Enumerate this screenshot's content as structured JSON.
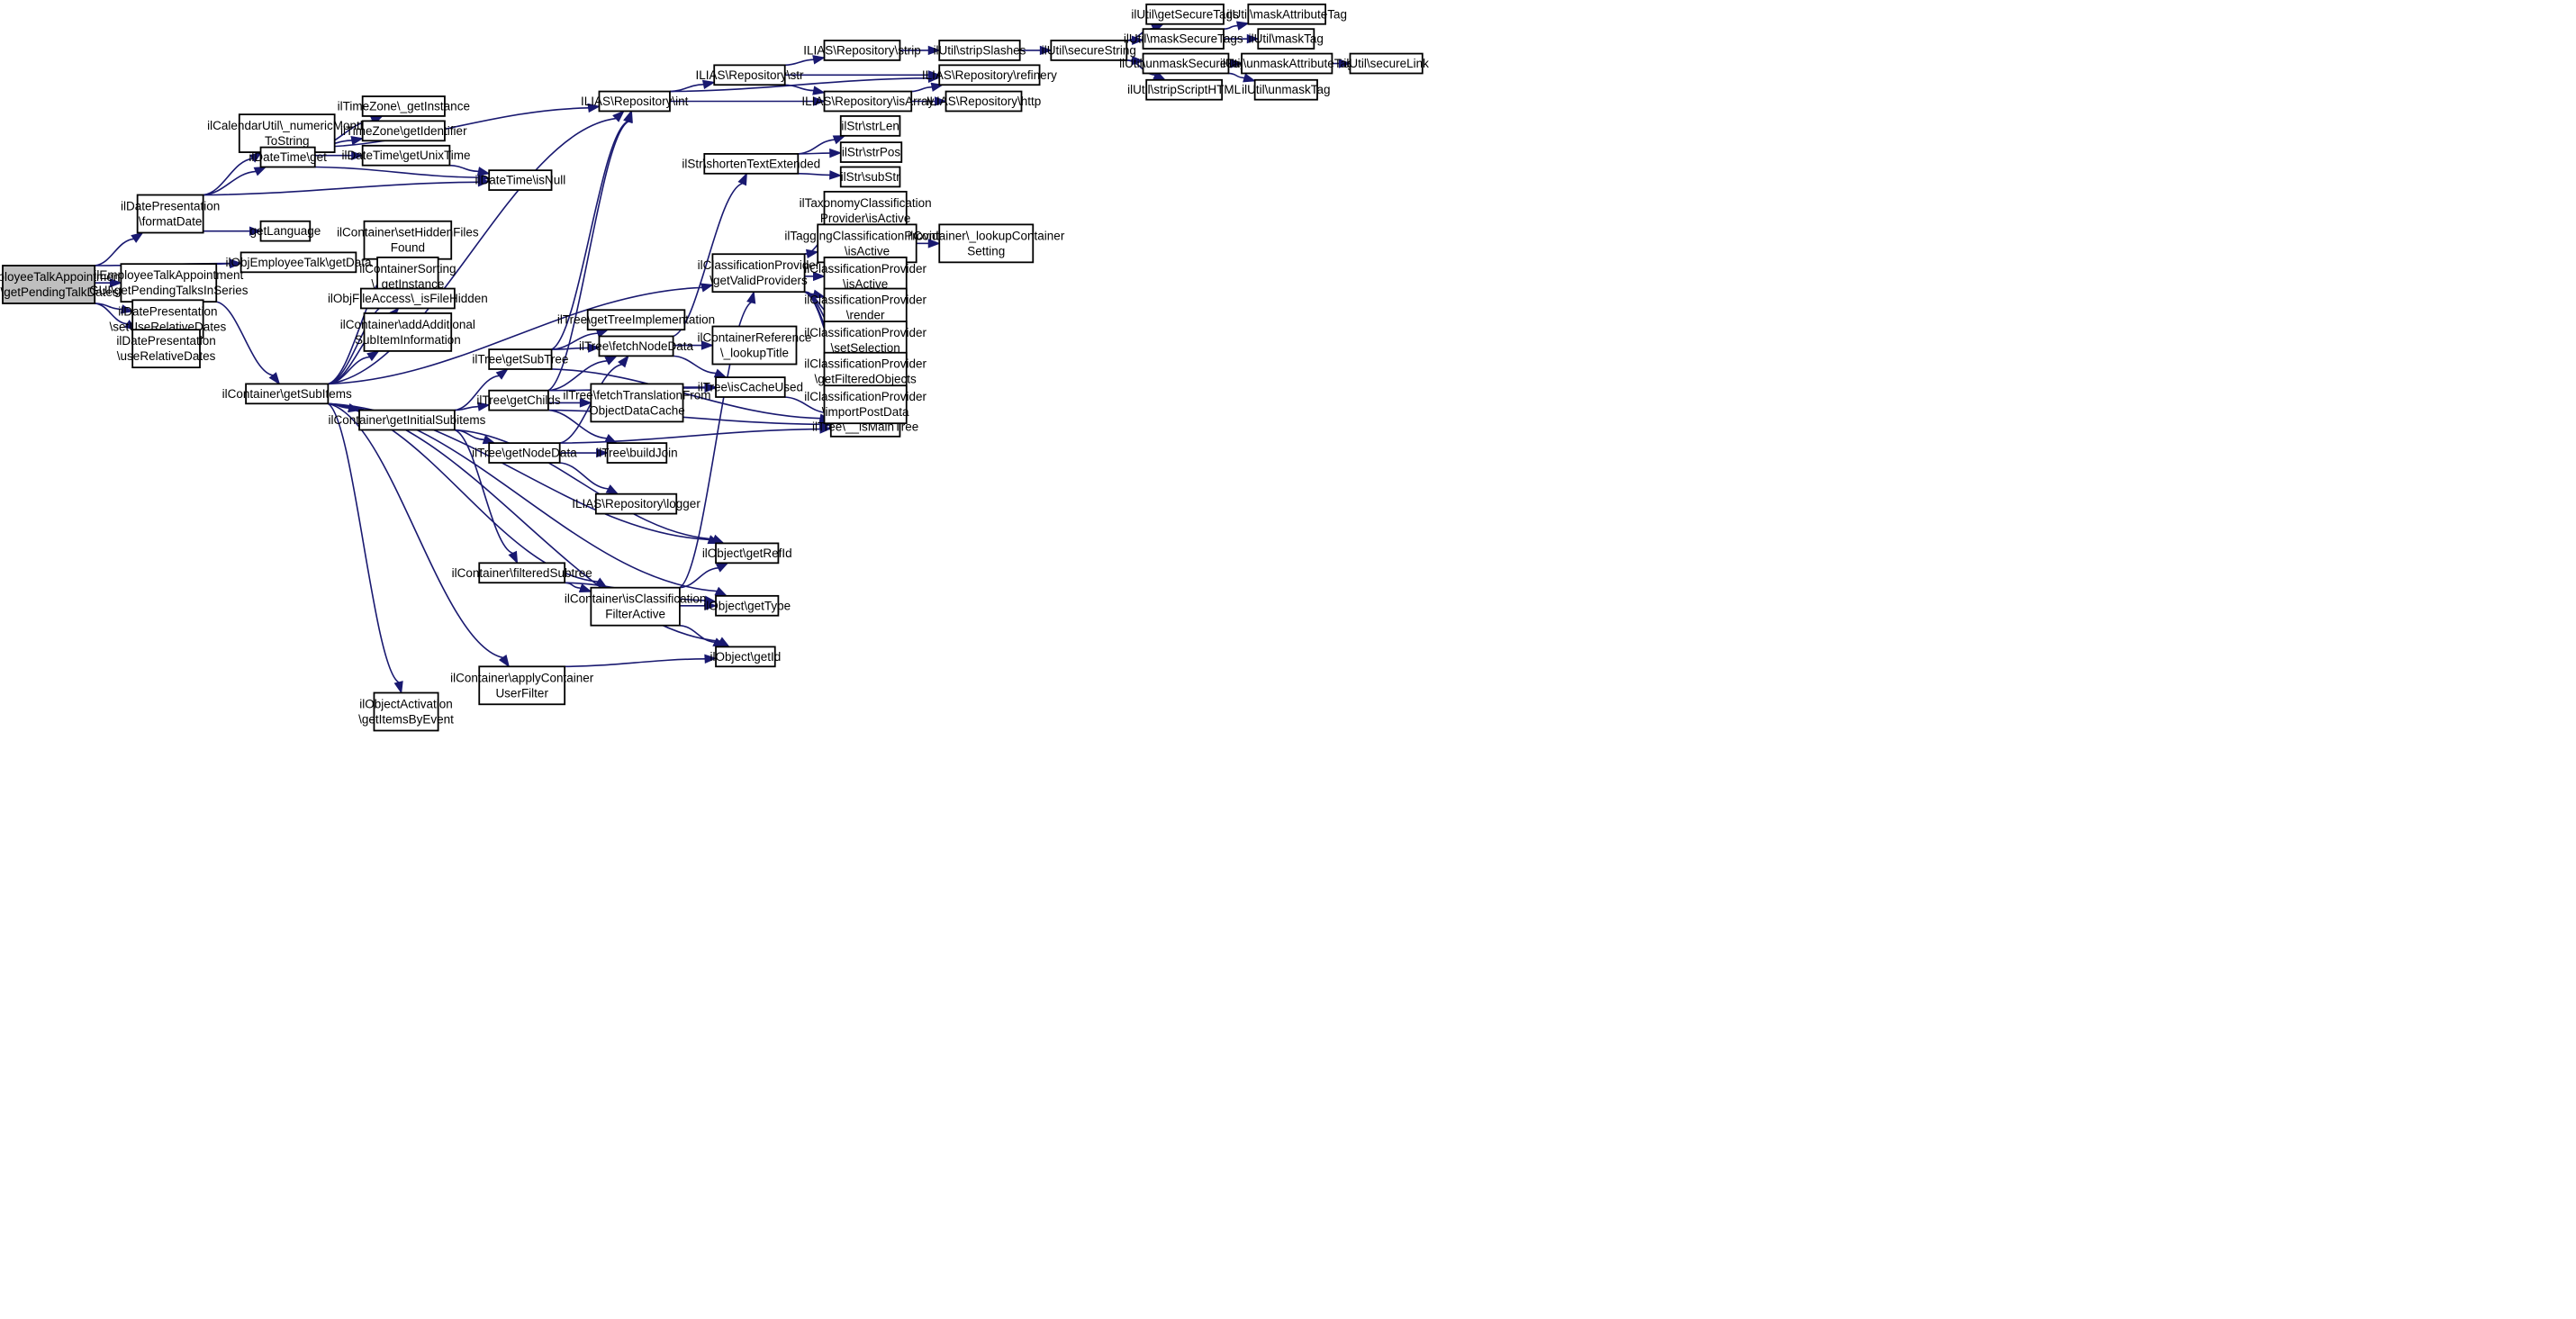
{
  "diagram": {
    "type": "call-graph",
    "colors": {
      "edge": "#191970",
      "node_border": "#000000",
      "node_fill": "#ffffff",
      "root_fill": "#bfbfbf"
    },
    "nodes": [
      {
        "id": "root",
        "lines": [
          "ilEmployeeTalkAppointment",
          "GUI\\getPendingTalkDates"
        ],
        "root": true
      },
      {
        "id": "dpFormat",
        "lines": [
          "ilDatePresentation",
          "\\formatDate"
        ]
      },
      {
        "id": "objGetData",
        "lines": [
          "ilObjEmployeeTalk\\getData"
        ]
      },
      {
        "id": "pendingSeries",
        "lines": [
          "ilEmployeeTalkAppointment",
          "GUI\\getPendingTalksInSeries"
        ]
      },
      {
        "id": "dpSetUse",
        "lines": [
          "ilDatePresentation",
          "\\setUseRelativeDates"
        ]
      },
      {
        "id": "dpUse",
        "lines": [
          "ilDatePresentation",
          "\\useRelativeDates"
        ]
      },
      {
        "id": "calUtil",
        "lines": [
          "ilCalendarUtil\\_numericMonth",
          "ToString"
        ]
      },
      {
        "id": "dtGet",
        "lines": [
          "ilDateTime\\get"
        ]
      },
      {
        "id": "getLanguage",
        "lines": [
          "getLanguage"
        ]
      },
      {
        "id": "tzInst",
        "lines": [
          "ilTimeZone\\_getInstance"
        ]
      },
      {
        "id": "tzId",
        "lines": [
          "ilTimeZone\\getIdentifier"
        ]
      },
      {
        "id": "dtUnix",
        "lines": [
          "ilDateTime\\getUnixTime"
        ]
      },
      {
        "id": "dtNull",
        "lines": [
          "ilDateTime\\isNull"
        ]
      },
      {
        "id": "repoInt",
        "lines": [
          "ILIAS\\Repository\\int"
        ]
      },
      {
        "id": "repoStr",
        "lines": [
          "ILIAS\\Repository\\str"
        ]
      },
      {
        "id": "repoStrip",
        "lines": [
          "ILIAS\\Repository\\strip"
        ]
      },
      {
        "id": "utilStrip",
        "lines": [
          "ilUtil\\stripSlashes"
        ]
      },
      {
        "id": "utilSecure",
        "lines": [
          "ilUtil\\secureString"
        ]
      },
      {
        "id": "repoRef",
        "lines": [
          "ILIAS\\Repository\\refinery"
        ]
      },
      {
        "id": "repoArr",
        "lines": [
          "ILIAS\\Repository\\isArray"
        ]
      },
      {
        "id": "repoHttp",
        "lines": [
          "ILIAS\\Repository\\http"
        ]
      },
      {
        "id": "utilGetSec",
        "lines": [
          "ilUtil\\getSecureTags"
        ]
      },
      {
        "id": "utilMaskSec",
        "lines": [
          "ilUtil\\maskSecureTags"
        ]
      },
      {
        "id": "utilUnmaskSec",
        "lines": [
          "ilUtil\\unmaskSecureTags"
        ]
      },
      {
        "id": "utilStripScript",
        "lines": [
          "ilUtil\\stripScriptHTML"
        ]
      },
      {
        "id": "utilMaskAttr",
        "lines": [
          "ilUtil\\maskAttributeTag"
        ]
      },
      {
        "id": "utilMaskTag",
        "lines": [
          "ilUtil\\maskTag"
        ]
      },
      {
        "id": "utilUnmaskAttr",
        "lines": [
          "ilUtil\\unmaskAttributeTag"
        ]
      },
      {
        "id": "utilUnmaskTag",
        "lines": [
          "ilUtil\\unmaskTag"
        ]
      },
      {
        "id": "utilSecureLink",
        "lines": [
          "ilUtil\\secureLink"
        ]
      },
      {
        "id": "strShorten",
        "lines": [
          "ilStr\\shortenTextExtended"
        ]
      },
      {
        "id": "strLen",
        "lines": [
          "ilStr\\strLen"
        ]
      },
      {
        "id": "strPos",
        "lines": [
          "ilStr\\strPos"
        ]
      },
      {
        "id": "subStr",
        "lines": [
          "ilStr\\subStr"
        ]
      },
      {
        "id": "contHidden",
        "lines": [
          "ilContainer\\setHiddenFiles",
          "Found"
        ]
      },
      {
        "id": "contSorting",
        "lines": [
          "ilContainerSorting",
          "\\_getInstance"
        ]
      },
      {
        "id": "fileAccess",
        "lines": [
          "ilObjFileAccess\\_isFileHidden"
        ]
      },
      {
        "id": "contAddInfo",
        "lines": [
          "ilContainer\\addAdditional",
          "SubItemInformation"
        ]
      },
      {
        "id": "contSubItems",
        "lines": [
          "ilContainer\\getSubItems"
        ]
      },
      {
        "id": "contInit",
        "lines": [
          "ilContainer\\getInitialSubitems"
        ]
      },
      {
        "id": "treeSub",
        "lines": [
          "ilTree\\getSubTree"
        ]
      },
      {
        "id": "treeImpl",
        "lines": [
          "ilTree\\getTreeImplementation"
        ]
      },
      {
        "id": "treeFetch",
        "lines": [
          "ilTree\\fetchNodeData"
        ]
      },
      {
        "id": "treeChilds",
        "lines": [
          "ilTree\\getChilds"
        ]
      },
      {
        "id": "treeTrans",
        "lines": [
          "ilTree\\fetchTranslationFrom",
          "ObjectDataCache"
        ]
      },
      {
        "id": "treeNode",
        "lines": [
          "ilTree\\getNodeData"
        ]
      },
      {
        "id": "treeJoin",
        "lines": [
          "ilTree\\buildJoin"
        ]
      },
      {
        "id": "repoLogger",
        "lines": [
          "ILIAS\\Repository\\logger"
        ]
      },
      {
        "id": "contRefLookup",
        "lines": [
          "ilContainerReference",
          "\\_lookupTitle"
        ]
      },
      {
        "id": "treeCache",
        "lines": [
          "ilTree\\isCacheUsed"
        ]
      },
      {
        "id": "treeMain",
        "lines": [
          "ilTree\\__isMainTree"
        ]
      },
      {
        "id": "clsProv",
        "lines": [
          "ilClassificationProvider",
          "\\getValidProviders"
        ]
      },
      {
        "id": "taxProv",
        "lines": [
          "ilTaxonomyClassification",
          "Provider\\isActive"
        ]
      },
      {
        "id": "tagProv",
        "lines": [
          "ilTaggingClassificationProvider",
          "\\isActive"
        ]
      },
      {
        "id": "contLookupSet",
        "lines": [
          "ilContainer\\_lookupContainer",
          "Setting"
        ]
      },
      {
        "id": "cpActive",
        "lines": [
          "ilClassificationProvider",
          "\\isActive"
        ]
      },
      {
        "id": "cpRender",
        "lines": [
          "ilClassificationProvider",
          "\\render"
        ]
      },
      {
        "id": "cpSel",
        "lines": [
          "ilClassificationProvider",
          "\\setSelection"
        ]
      },
      {
        "id": "cpFilt",
        "lines": [
          "ilClassificationProvider",
          "\\getFilteredObjects"
        ]
      },
      {
        "id": "cpImport",
        "lines": [
          "ilClassificationProvider",
          "\\importPostData"
        ]
      },
      {
        "id": "objRef",
        "lines": [
          "ilObject\\getRefId"
        ]
      },
      {
        "id": "contFilt",
        "lines": [
          "ilContainer\\filteredSubtree"
        ]
      },
      {
        "id": "contIsCls",
        "lines": [
          "ilContainer\\isClassification",
          "FilterActive"
        ]
      },
      {
        "id": "objType",
        "lines": [
          "ilObject\\getType"
        ]
      },
      {
        "id": "objId",
        "lines": [
          "ilObject\\getId"
        ]
      },
      {
        "id": "contApply",
        "lines": [
          "ilContainer\\applyContainer",
          "UserFilter"
        ]
      },
      {
        "id": "objAct",
        "lines": [
          "ilObjectActivation",
          "\\getItemsByEvent"
        ]
      }
    ]
  }
}
